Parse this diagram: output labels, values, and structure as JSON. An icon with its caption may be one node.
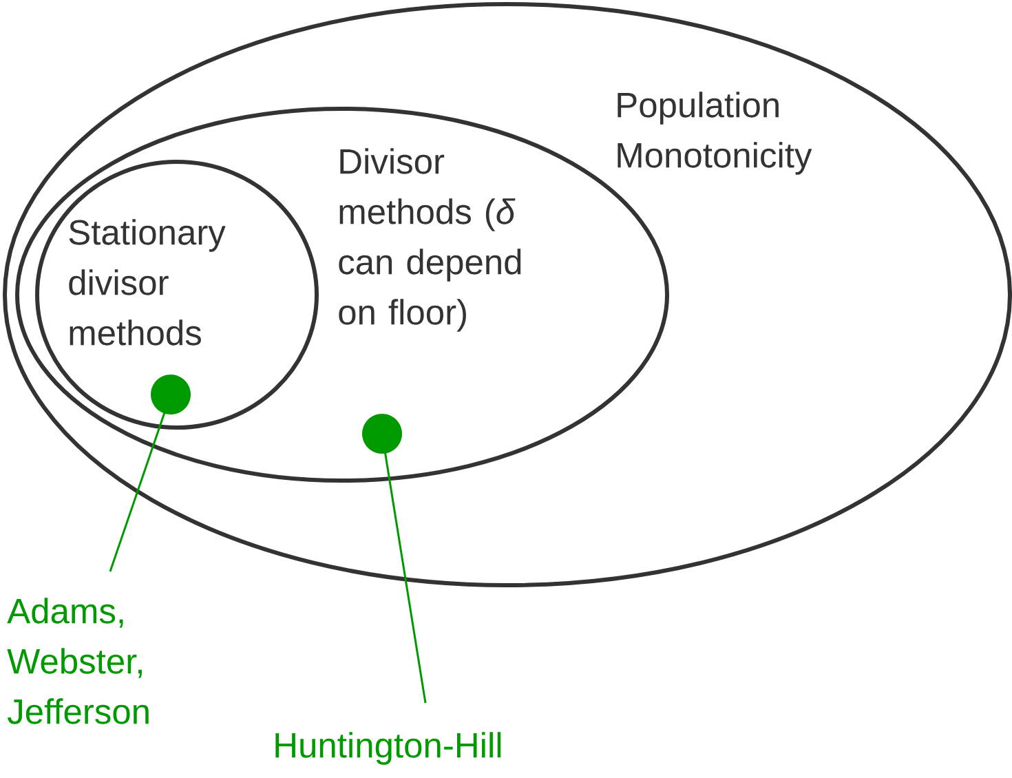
{
  "diagram": {
    "nodes": [
      {
        "text": [
          "Population Monotonicity"
        ]
      },
      {
        "text": [
          "Divisor methods (*δ* can depend on floor)"
        ],
        "in": 0
      },
      {
        "text": [
          "Stationary divisor methods"
        ],
        "in": 1
      },
      {
        "text": [],
        "shape": "circle",
        "in": 2
      },
      {
        "text": [],
        "shape": "circle",
        "in": 1
      },
      {
        "text": [
          "Adams, Webster, Jefferson"
        ]
      },
      {
        "text": [
          "Huntington-Hill"
        ]
      }
    ],
    "edges": [
      {
        "from": 5,
        "to": 3,
        "arrow": "none",
        "color": "#009900"
      },
      {
        "from": 6,
        "to": 4,
        "arrow": "none",
        "color": "#009900"
      }
    ]
  }
}
